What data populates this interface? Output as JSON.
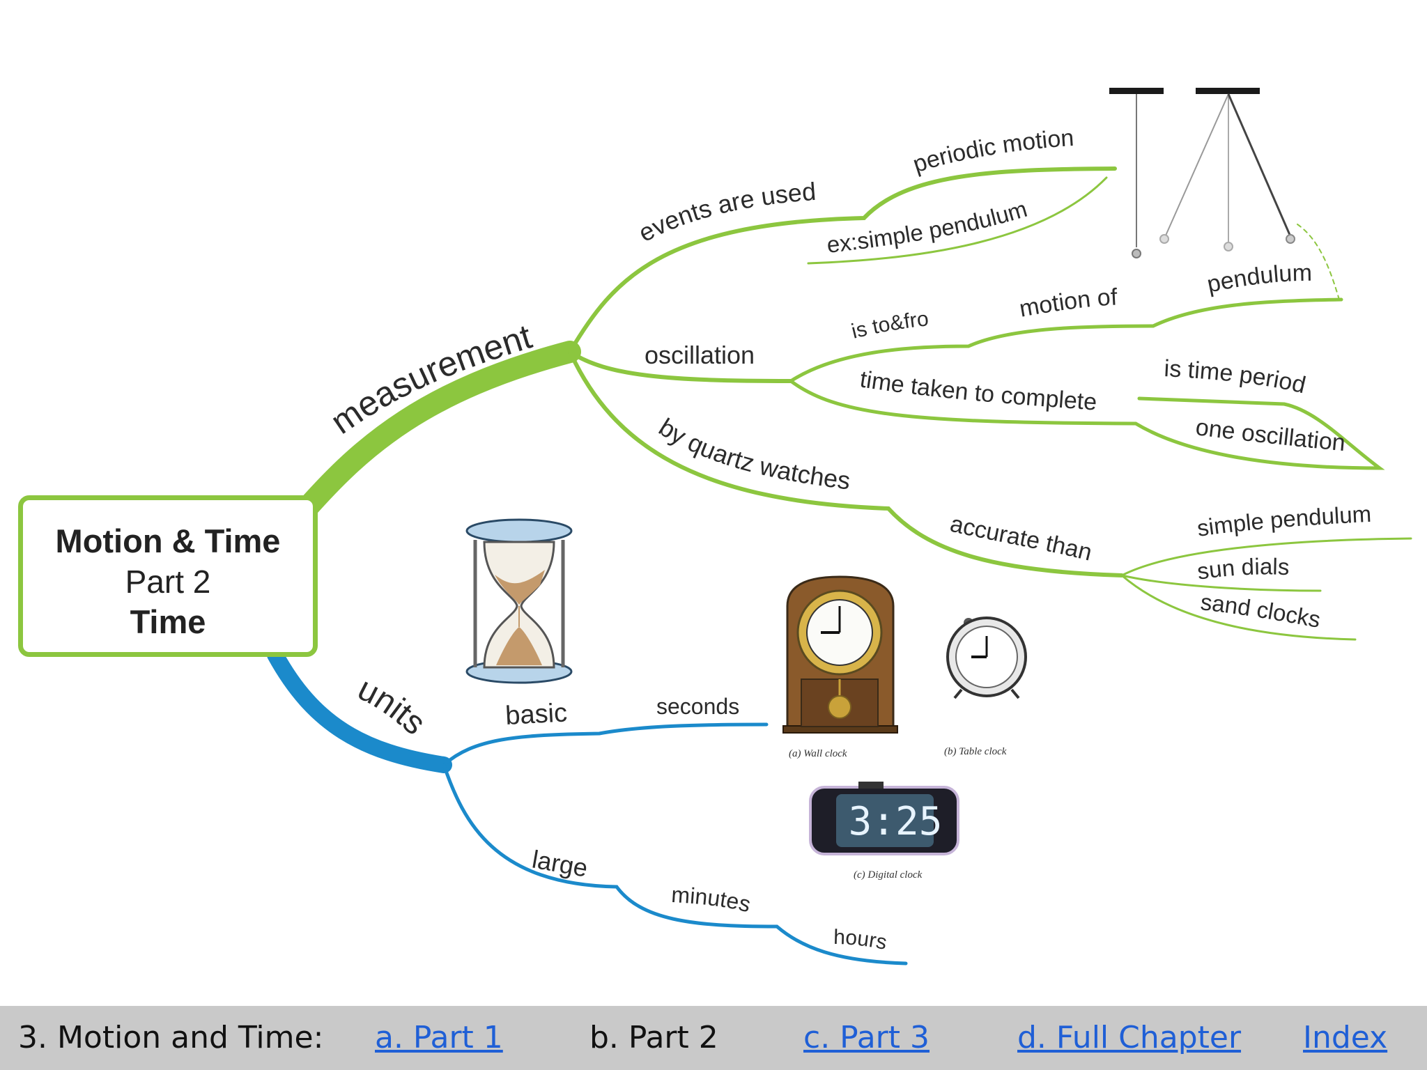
{
  "central_topic": {
    "line1": "Motion & Time",
    "line2": "Part 2",
    "line3": "Time"
  },
  "branches": {
    "measurement": {
      "label": "measurement",
      "events": {
        "label": "events are used",
        "periodic": "periodic motion",
        "example": "ex:simple pendulum"
      },
      "oscillation": {
        "label": "oscillation",
        "to_fro": "is to&fro",
        "motion_of": "motion of",
        "pendulum": "pendulum",
        "time_taken": "time taken to complete",
        "time_period": "is time period",
        "one_oscillation": "one oscillation"
      },
      "quartz": {
        "label": "by quartz watches",
        "accurate": "accurate than",
        "items": [
          "simple pendulum",
          "sun dials",
          "sand clocks"
        ]
      }
    },
    "units": {
      "label": "units",
      "basic": "basic",
      "seconds": "seconds",
      "large": "large",
      "minutes": "minutes",
      "hours": "hours"
    }
  },
  "images": {
    "digital_display": "3:25",
    "captions": {
      "wall_clock": "(a) Wall clock",
      "table_clock": "(b) Table clock",
      "digital_clock": "(c) Digital clock"
    }
  },
  "colors": {
    "measurement_branch": "#8cc63f",
    "units_branch": "#1b8acb",
    "footer_bg": "#c9c9c9",
    "link": "#1f5fd6"
  },
  "footer": {
    "title": "3. Motion and Time:",
    "links": {
      "part1": "a. Part 1",
      "part2": "b. Part 2",
      "part3": "c. Part 3",
      "full": "d. Full Chapter",
      "index": "Index"
    }
  }
}
